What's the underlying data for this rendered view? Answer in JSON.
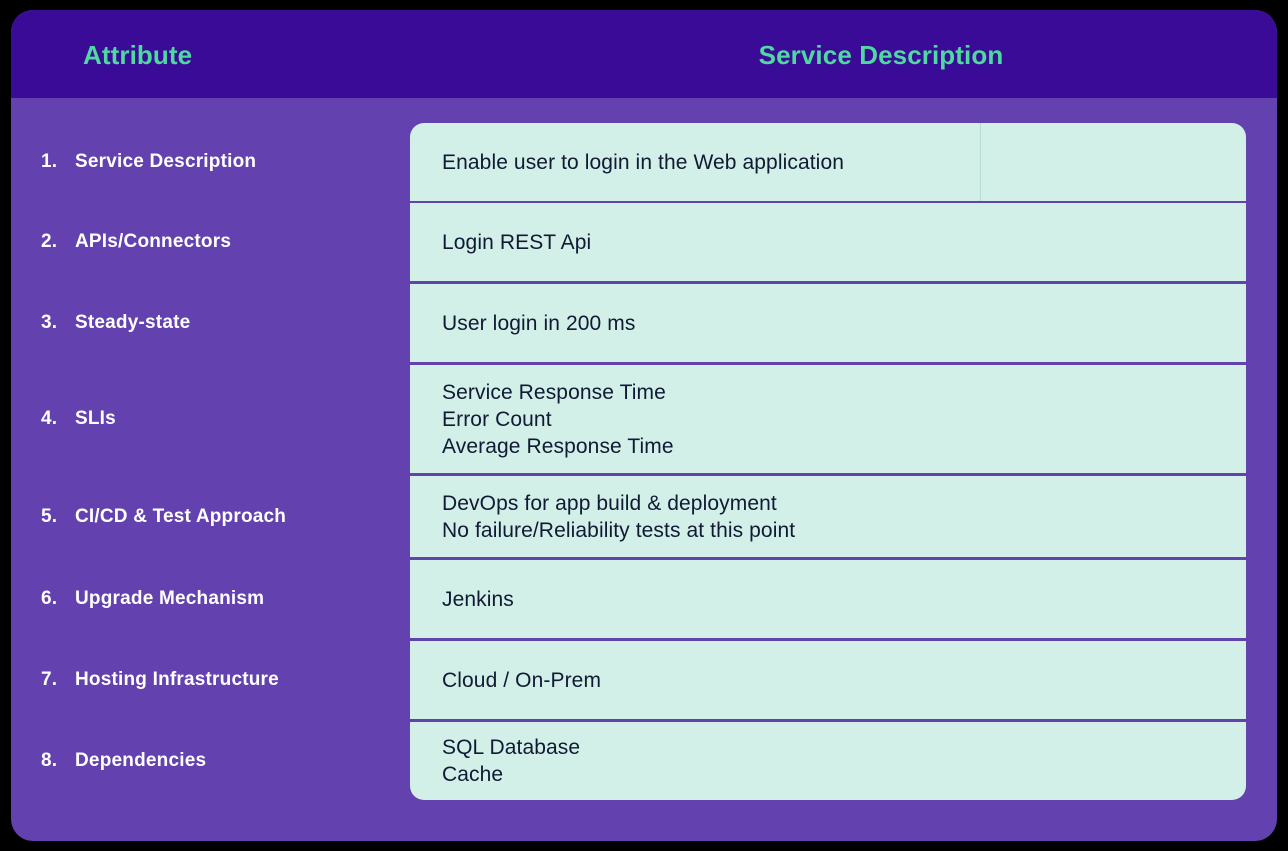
{
  "colors": {
    "page_background": "#000000",
    "card_background": "#6341AF",
    "header_background": "#3A0B96",
    "header_text": "#4FD8A0",
    "attribute_text": "#FFFFFF",
    "cell_background": "#D2EFE8",
    "cell_text": "#101A33",
    "cell_divider": "#B7DCD4"
  },
  "header": {
    "attribute_label": "Attribute",
    "service_label": "Service Description"
  },
  "rows": [
    {
      "number": "1.",
      "attribute": "Service Description",
      "value_lines": [
        "Enable user to login in the Web application"
      ],
      "has_divider": true
    },
    {
      "number": "2.",
      "attribute": "APIs/Connectors",
      "value_lines": [
        "Login REST Api"
      ],
      "has_divider": false
    },
    {
      "number": "3.",
      "attribute": "Steady-state",
      "value_lines": [
        "User login in 200 ms"
      ],
      "has_divider": false
    },
    {
      "number": "4.",
      "attribute": "SLIs",
      "value_lines": [
        "Service Response Time",
        "Error Count",
        "Average Response Time"
      ],
      "has_divider": false
    },
    {
      "number": "5.",
      "attribute": "CI/CD & Test Approach",
      "value_lines": [
        "DevOps for app build & deployment",
        "No failure/Reliability tests at this point"
      ],
      "has_divider": false
    },
    {
      "number": "6.",
      "attribute": "Upgrade Mechanism",
      "value_lines": [
        "Jenkins"
      ],
      "has_divider": false
    },
    {
      "number": "7.",
      "attribute": "Hosting Infrastructure",
      "value_lines": [
        "Cloud / On-Prem"
      ],
      "has_divider": false
    },
    {
      "number": "8.",
      "attribute": "Dependencies",
      "value_lines": [
        "SQL Database",
        "Cache"
      ],
      "has_divider": false
    }
  ]
}
